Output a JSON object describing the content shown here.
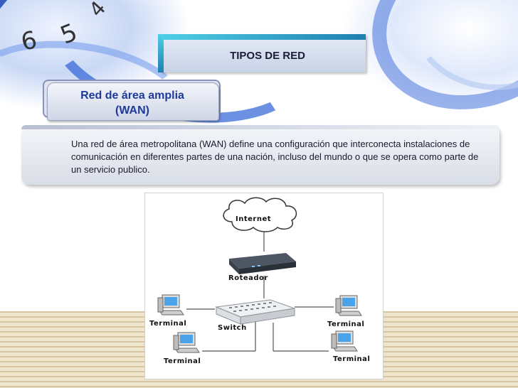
{
  "header": {
    "title": "TIPOS DE RED"
  },
  "subtitle": {
    "line1": "Red de área amplia",
    "line2": "(WAN)"
  },
  "description": "Una red de área metropolitana (WAN) define una configuración que interconecta instalaciones de comunicación en diferentes partes de una nación,  incluso del mundo o que se opera como parte de un servicio publico.",
  "decor": {
    "digits": [
      "6",
      "5",
      "4"
    ]
  },
  "diagram": {
    "internet_label": "Internet",
    "router_label": "Roteador",
    "switch_label": "Switch",
    "terminals": [
      "Terminal",
      "Terminal",
      "Terminal",
      "Terminal"
    ]
  },
  "colors": {
    "accent_blue": "#1d46b8",
    "title_text": "#1b1b3a",
    "subtitle_text": "#1d3a9a"
  }
}
